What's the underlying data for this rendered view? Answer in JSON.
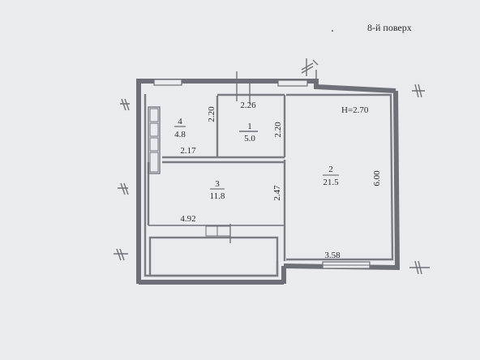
{
  "floor_label": "8-й поверх",
  "ceiling_height": "H=2.70",
  "rooms": [
    {
      "number": "1",
      "area": "5.0"
    },
    {
      "number": "2",
      "area": "21.5"
    },
    {
      "number": "3",
      "area": "11.8"
    },
    {
      "number": "4",
      "area": "4.8"
    }
  ],
  "dimensions": {
    "d_2_26": "2.26",
    "d_2_20_left": "2.20",
    "d_2_20_right": "2.20",
    "d_2_17": "2.17",
    "d_2_47": "2.47",
    "d_4_92": "4.92",
    "d_6_00": "6.00",
    "d_3_58": "3.58"
  }
}
